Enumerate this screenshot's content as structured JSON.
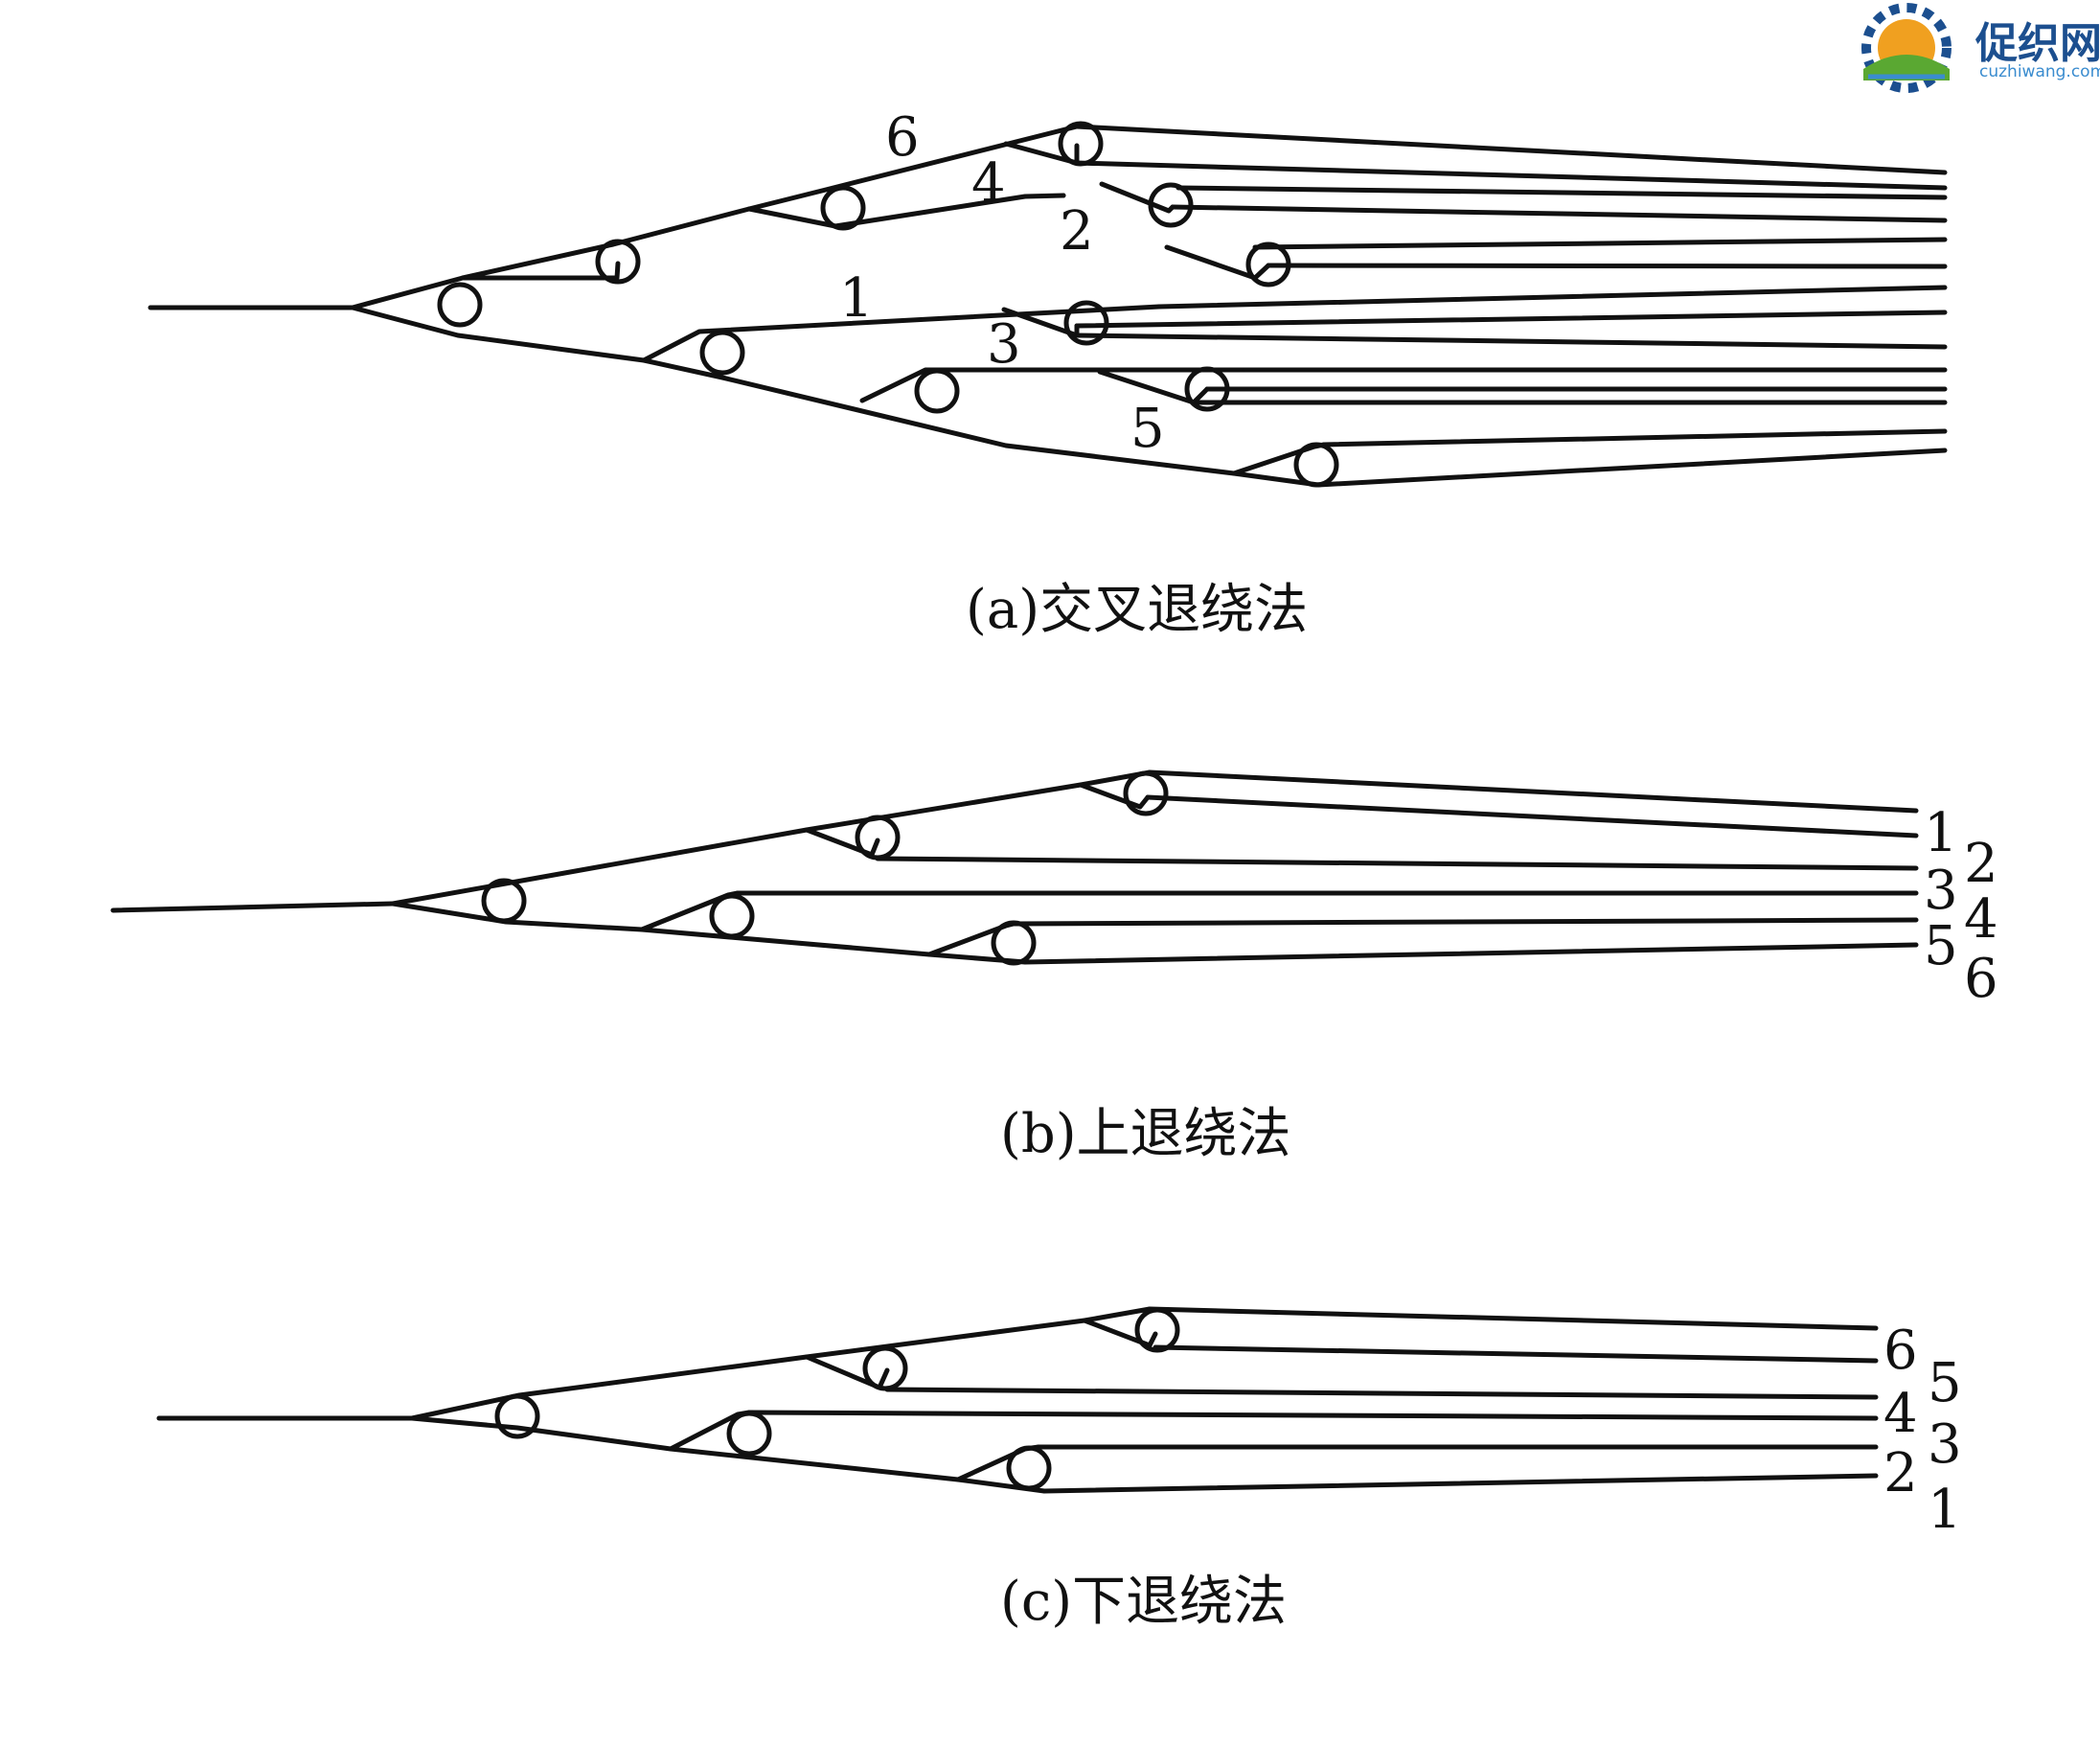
{
  "logo": {
    "name": "促织网",
    "domain": "cuzhiwang.com"
  },
  "panels": [
    {
      "id": "a",
      "caption": "(a)交叉退绕法",
      "branch_labels": [
        "6",
        "4",
        "2",
        "1",
        "3",
        "5"
      ]
    },
    {
      "id": "b",
      "caption": "(b)上退绕法",
      "end_labels": [
        "1",
        "2",
        "3",
        "4",
        "5",
        "6"
      ]
    },
    {
      "id": "c",
      "caption": "(c)下退绕法",
      "end_labels": [
        "6",
        "5",
        "4",
        "3",
        "2",
        "1"
      ]
    }
  ],
  "colors": {
    "line": "#111111",
    "logo_blue": "#1c4f8f",
    "logo_light": "#3a8ccf",
    "logo_green": "#5aa832",
    "logo_orange": "#f0a020"
  }
}
